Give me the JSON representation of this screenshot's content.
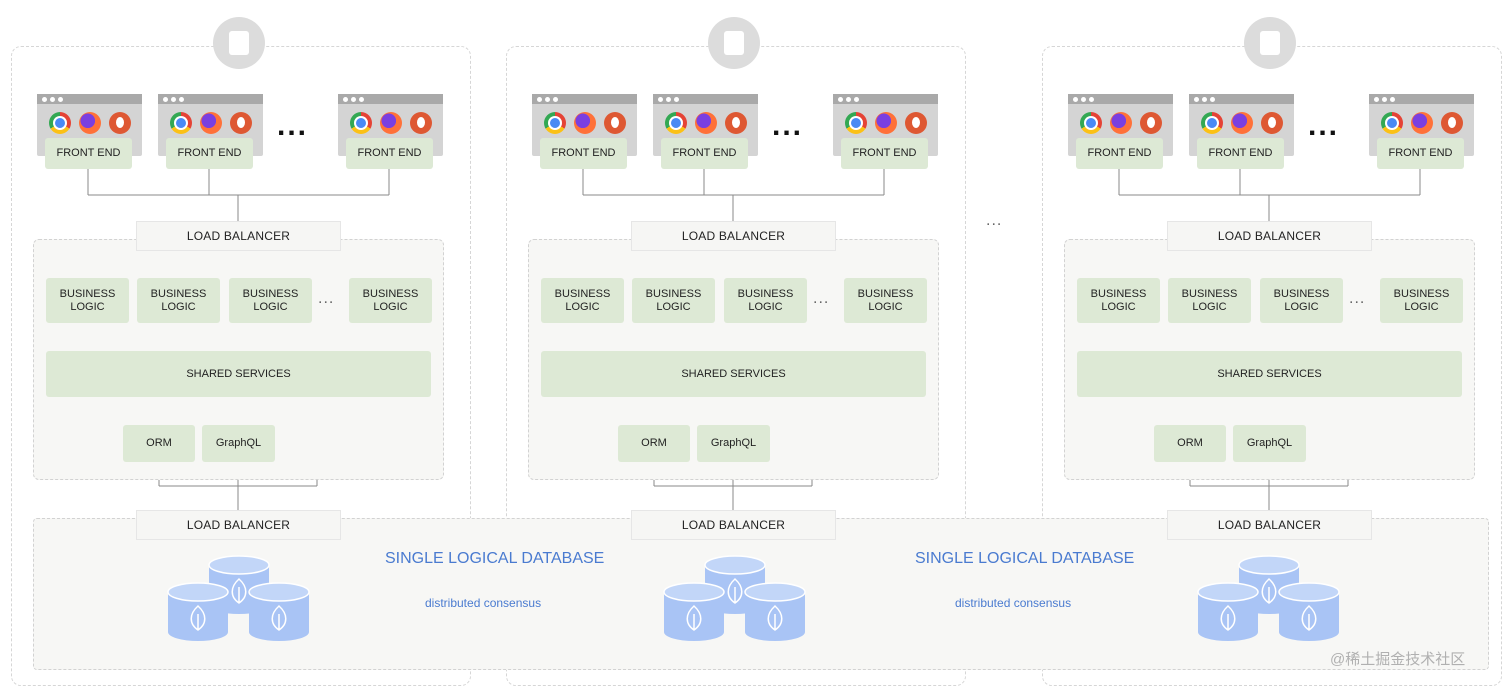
{
  "regions": [
    {
      "badge_icon": "state-outline-icon",
      "frontends": [
        "FRONT END",
        "FRONT END",
        "FRONT END"
      ],
      "load_balancer_top": "LOAD BALANCER",
      "business": [
        "BUSINESS\nLOGIC",
        "BUSINESS\nLOGIC",
        "BUSINESS\nLOGIC",
        "BUSINESS\nLOGIC"
      ],
      "shared_services": "SHARED SERVICES",
      "orm": "ORM",
      "graphql": "GraphQL",
      "load_balancer_db": "LOAD BALANCER"
    },
    {
      "badge_icon": "state-outline-icon",
      "frontends": [
        "FRONT END",
        "FRONT END",
        "FRONT END"
      ],
      "load_balancer_top": "LOAD BALANCER",
      "business": [
        "BUSINESS\nLOGIC",
        "BUSINESS\nLOGIC",
        "BUSINESS\nLOGIC",
        "BUSINESS\nLOGIC"
      ],
      "shared_services": "SHARED SERVICES",
      "orm": "ORM",
      "graphql": "GraphQL",
      "load_balancer_db": "LOAD BALANCER"
    },
    {
      "badge_icon": "state-outline-icon",
      "frontends": [
        "FRONT END",
        "FRONT END",
        "FRONT END"
      ],
      "load_balancer_top": "LOAD BALANCER",
      "business": [
        "BUSINESS\nLOGIC",
        "BUSINESS\nLOGIC",
        "BUSINESS\nLOGIC",
        "BUSINESS\nLOGIC"
      ],
      "shared_services": "SHARED SERVICES",
      "orm": "ORM",
      "graphql": "GraphQL",
      "load_balancer_db": "LOAD BALANCER"
    }
  ],
  "ellipsis": "...",
  "database": {
    "titles": [
      "SINGLE LOGICAL DATABASE",
      "SINGLE LOGICAL DATABASE"
    ],
    "consensus": [
      "distributed consensus",
      "distributed consensus"
    ]
  },
  "browser_icons": [
    "chrome-icon",
    "firefox-icon",
    "duckduckgo-icon"
  ],
  "colors": {
    "green": "#dde9d5",
    "db_blue": "#a9c4f5",
    "db_text": "#4a7bd0"
  },
  "watermark": "@稀土掘金技术社区"
}
